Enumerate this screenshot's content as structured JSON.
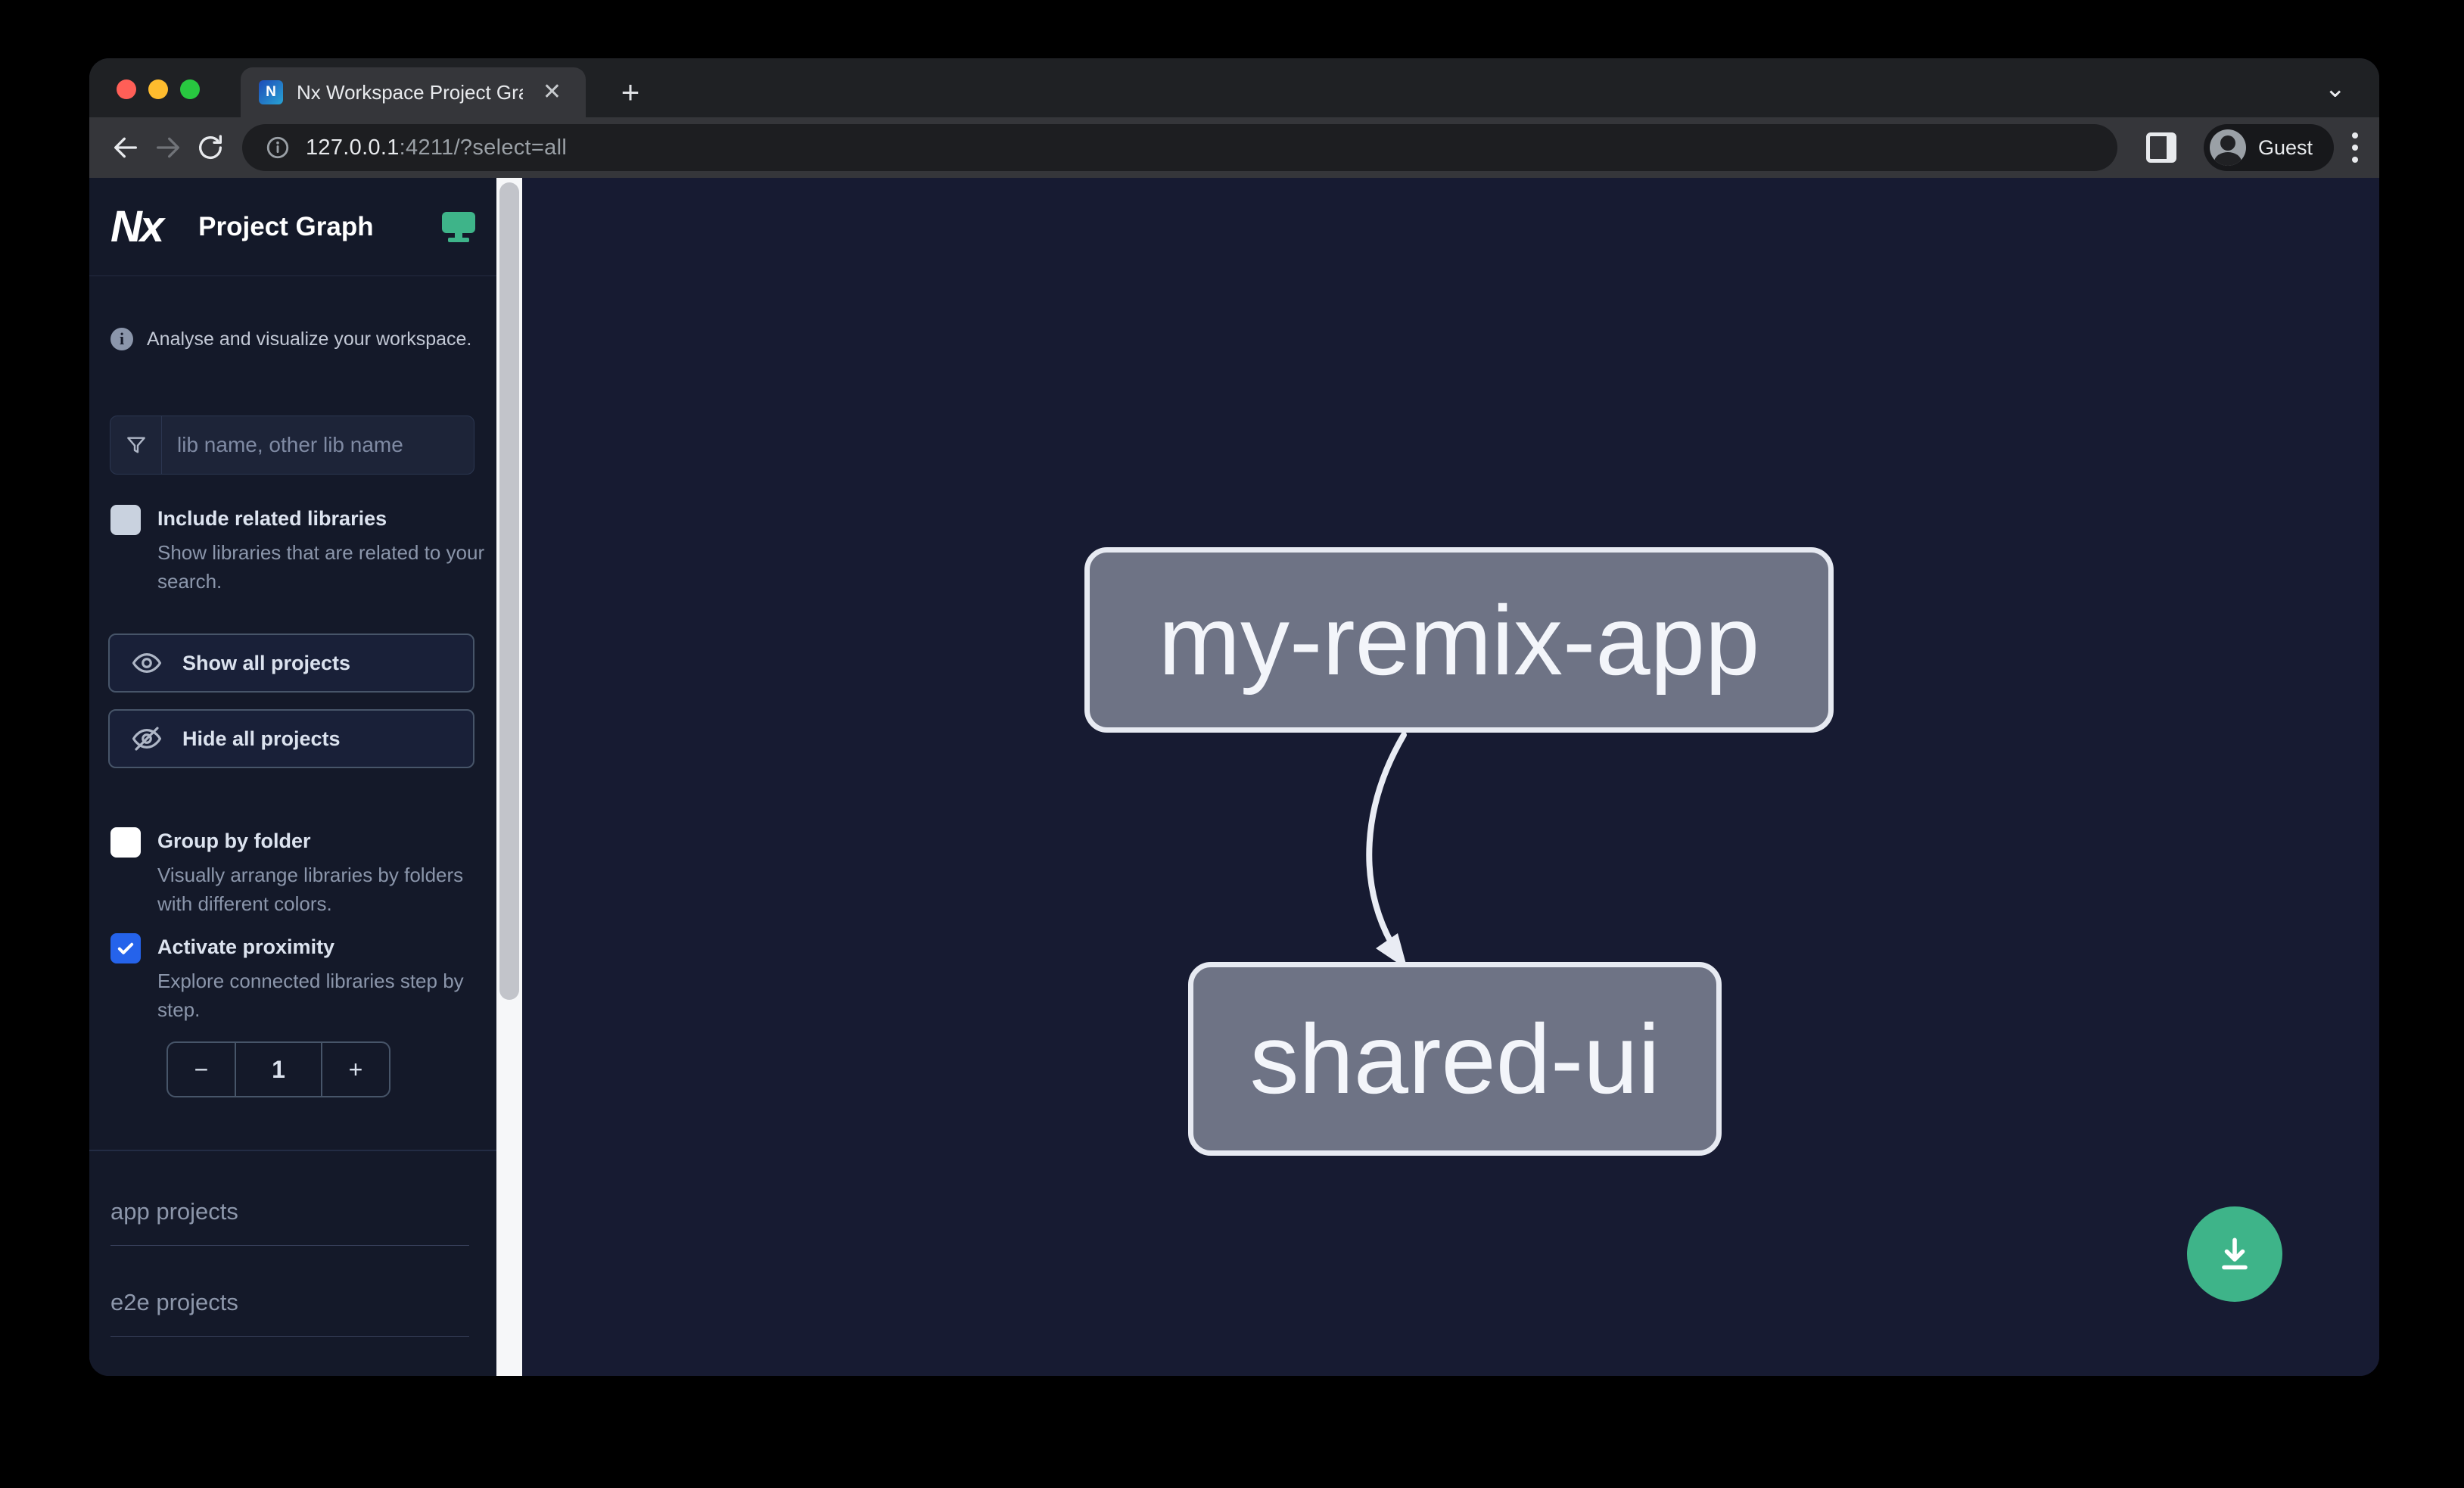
{
  "browser": {
    "tab_title": "Nx Workspace Project Graph",
    "favicon_text": "N",
    "url_host": "127.0.0.1",
    "url_rest": ":4211/?select=all",
    "profile_label": "Guest"
  },
  "sidebar": {
    "logo_text": "Nx",
    "title": "Project Graph",
    "tagline": "Analyse and visualize your workspace.",
    "search": {
      "placeholder": "lib name, other lib name"
    },
    "checkboxes": [
      {
        "label": "Include related libraries",
        "description": "Show libraries that are related to your search.",
        "checked": false
      },
      {
        "label": "Group by folder",
        "description": "Visually arrange libraries by folders with different colors.",
        "checked": false
      },
      {
        "label": "Activate proximity",
        "description": "Explore connected libraries step by step.",
        "checked": true
      }
    ],
    "buttons": [
      {
        "label": "Show all projects",
        "icon": "eye-icon"
      },
      {
        "label": "Hide all projects",
        "icon": "eye-off-icon"
      }
    ],
    "stepper": {
      "decrease_label": "−",
      "value": "1",
      "increase_label": "+"
    },
    "sections": [
      {
        "label": "app projects"
      },
      {
        "label": "e2e projects"
      }
    ]
  },
  "graph": {
    "nodes": [
      {
        "label": "my-remix-app"
      },
      {
        "label": "shared-ui"
      }
    ],
    "edges": [
      {
        "from": "my-remix-app",
        "to": "shared-ui"
      }
    ]
  },
  "colors": {
    "accent_green": "#3eb489",
    "accent_blue": "#2563eb",
    "node_fill": "#6e7385",
    "node_border": "#e7eaf2",
    "canvas_bg": "#171b32"
  }
}
